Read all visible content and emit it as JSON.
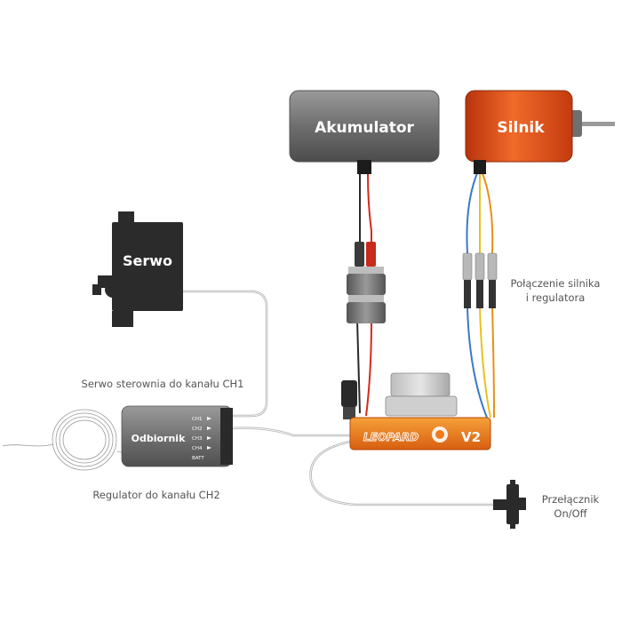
{
  "components": {
    "battery": "Akumulator",
    "motor": "Silnik",
    "servo": "Serwo",
    "receiver": "Odbiornik",
    "esc_brand": "LEOPARD",
    "esc_version": "V2"
  },
  "receiver_channels": [
    "CH1",
    "CH2",
    "CH3",
    "CH4",
    "BATT"
  ],
  "labels": {
    "motor_connection_line1": "Połączenie silnika",
    "motor_connection_line2": "i regulatora",
    "servo_channel": "Serwo sterownia do kanału CH1",
    "regulator_channel": "Regulator do kanału CH2",
    "switch_line1": "Przełącznik",
    "switch_line2": "On/Off"
  },
  "colors": {
    "battery_fill": "#6f6f6f",
    "motor_fill": "#e24a12",
    "esc_fill": "#ef7a1c",
    "servo_fill": "#2b2b2b",
    "wire_red": "#d42a1e",
    "wire_blue": "#3a78c8",
    "wire_yellow": "#e9c21c",
    "wire_orange": "#e8901a"
  }
}
